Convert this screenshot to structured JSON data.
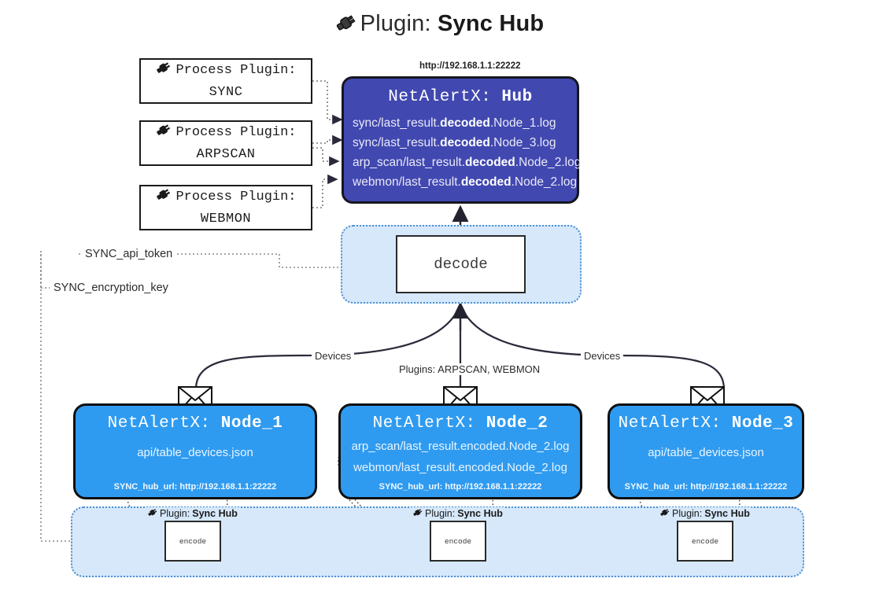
{
  "header": {
    "icon": "plug-icon",
    "prefix": "Plugin: ",
    "name": "Sync Hub"
  },
  "process_plugins": [
    {
      "icon": "plug-icon",
      "line1": "Process Plugin:",
      "line2": "SYNC"
    },
    {
      "icon": "plug-icon",
      "line1": "Process Plugin:",
      "line2": "ARPSCAN"
    },
    {
      "icon": "plug-icon",
      "line1": "Process Plugin:",
      "line2": "WEBMON"
    }
  ],
  "hub": {
    "url": "http://192.168.1.1:22222",
    "title_prefix": "NetAlertX: ",
    "title_name": "Hub",
    "files": [
      {
        "pre": "sync/last_result.",
        "em": "decoded",
        "post": ".Node_1.log"
      },
      {
        "pre": "sync/last_result.",
        "em": "decoded",
        "post": ".Node_3.log"
      },
      {
        "pre": "arp_scan/last_result.",
        "em": "decoded",
        "post": ".Node_2.log"
      },
      {
        "pre": "webmon/last_result.",
        "em": "decoded",
        "post": ".Node_2.log"
      }
    ]
  },
  "decode": {
    "label": "decode"
  },
  "settings": {
    "api_token": "SYNC_api_token",
    "encryption_key": "SYNC_encryption_key"
  },
  "edges": {
    "devices_left": "Devices",
    "devices_right": "Devices",
    "plugins_center": "Plugins: ARPSCAN, WEBMON"
  },
  "nodes": [
    {
      "icon": "envelope-icon",
      "title_prefix": "NetAlertX: ",
      "title_name": "Node_1",
      "files": [
        "api/table_devices.json"
      ],
      "footer": "SYNC_hub_url: http://192.168.1.1:22222"
    },
    {
      "icon": "envelope-icon",
      "title_prefix": "NetAlertX: ",
      "title_name": "Node_2",
      "files": [
        "arp_scan/last_result.encoded.Node_2.log",
        "webmon/last_result.encoded.Node_2.log"
      ],
      "footer": "SYNC_hub_url: http://192.168.1.1:22222"
    },
    {
      "icon": "envelope-icon",
      "title_prefix": "NetAlertX: ",
      "title_name": "Node_3",
      "files": [
        "api/table_devices.json"
      ],
      "footer": "SYNC_hub_url: http://192.168.1.1:22222"
    }
  ],
  "encoders": [
    {
      "icon": "plug-icon",
      "caption_prefix": "Plugin: ",
      "caption_name": "Sync Hub",
      "label": "encode"
    },
    {
      "icon": "plug-icon",
      "caption_prefix": "Plugin: ",
      "caption_name": "Sync Hub",
      "label": "encode"
    },
    {
      "icon": "plug-icon",
      "caption_prefix": "Plugin: ",
      "caption_name": "Sync Hub",
      "label": "encode"
    }
  ],
  "colors": {
    "hub": "#4148b0",
    "node": "#2f9bf0",
    "container": "#d6e8fa",
    "container_border": "#4b8fd4",
    "stroke": "#2a2a3a"
  }
}
